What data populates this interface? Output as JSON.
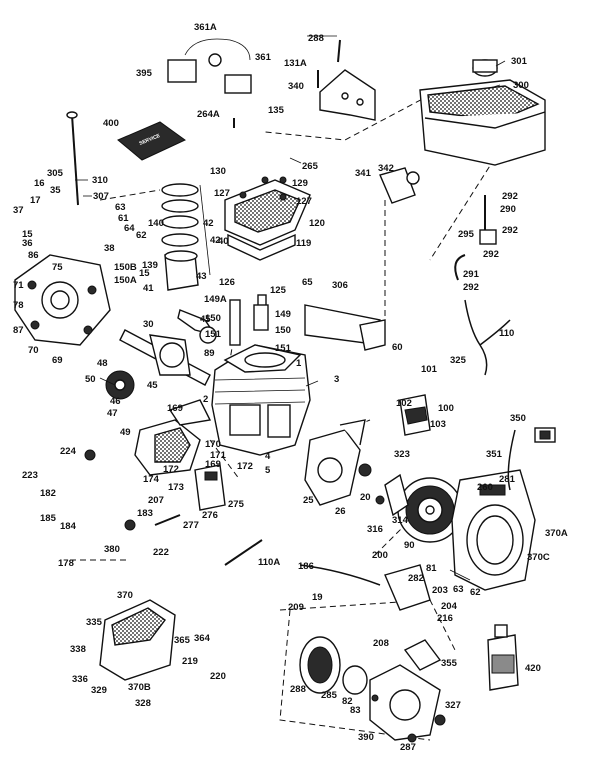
{
  "labels": {
    "l288": "288",
    "l361A": "361A",
    "l131A": "131A",
    "l395": "395",
    "l361": "361",
    "l301": "301",
    "l300": "300",
    "l340": "340",
    "l135": "135",
    "l264A": "264A",
    "l400": "400",
    "l265": "265",
    "l130": "130",
    "l129": "129",
    "l127a": "127",
    "l127b": "127",
    "l310": "310",
    "l305": "305",
    "l307": "307",
    "l342": "342",
    "l341": "341",
    "l292a": "292",
    "l290": "290",
    "l292b": "292",
    "l292c": "292",
    "l295": "295",
    "l291": "291",
    "l292d": "292",
    "l16": "16",
    "l35": "35",
    "l17": "17",
    "l37": "37",
    "l15a": "15",
    "l36": "36",
    "l63": "63",
    "l61": "61",
    "l64": "64",
    "l62": "62",
    "l140": "140",
    "l42a": "42",
    "l42b": "42",
    "l40": "40",
    "l120": "120",
    "l119": "119",
    "l139": "139",
    "l38": "38",
    "l86": "86",
    "l75": "75",
    "l150B": "150B",
    "l15b": "15",
    "l150A": "150A",
    "l43": "43",
    "l71": "71",
    "l41": "41",
    "l126": "126",
    "l125": "125",
    "l65": "65",
    "l306": "306",
    "l78": "78",
    "l87": "87",
    "l149A": "149A",
    "l149": "149",
    "l150a": "150",
    "l150b": "150",
    "l151a": "151",
    "l151b": "151",
    "l30": "30",
    "l45a": "45",
    "l70": "70",
    "l69": "69",
    "l110": "110",
    "l60": "60",
    "l48": "48",
    "l89": "89",
    "l325": "325",
    "l1": "1",
    "l101": "101",
    "l50": "50",
    "l3": "3",
    "l46": "46",
    "l45b": "45",
    "l47": "47",
    "l169": "169",
    "l2": "2",
    "l102": "102",
    "l100": "100",
    "l103": "103",
    "l350": "350",
    "l49": "49",
    "l170": "170",
    "l171": "171",
    "l224": "224",
    "l169b": "169",
    "l172a": "172",
    "l172b": "172",
    "l173": "173",
    "l174": "174",
    "l4": "4",
    "l5": "5",
    "l323": "323",
    "l351": "351",
    "l223": "223",
    "l182": "182",
    "l207": "207",
    "l275": "275",
    "l25": "25",
    "l26": "26",
    "l20": "20",
    "l260": "260",
    "l281": "281",
    "l185": "185",
    "l184": "184",
    "l183": "183",
    "l276": "276",
    "l277": "277",
    "l316": "316",
    "l314": "314",
    "l90": "90",
    "l370A": "370A",
    "l380": "380",
    "l222": "222",
    "l178": "178",
    "l370C": "370C",
    "l110A": "110A",
    "l186": "186",
    "l200": "200",
    "l282": "282",
    "l81": "81",
    "l19": "19",
    "l203": "203",
    "l63b": "63",
    "l62b": "62",
    "l209": "209",
    "l204": "204",
    "l370": "370",
    "l216": "216",
    "l335": "335",
    "l365": "365",
    "l364": "364",
    "l208": "208",
    "l338": "338",
    "l355": "355",
    "l219": "219",
    "l336": "336",
    "l220": "220",
    "l420": "420",
    "l329": "329",
    "l370B": "370B",
    "l288b": "288",
    "l285": "285",
    "l82": "82",
    "l83": "83",
    "l328": "328",
    "l327": "327",
    "l390": "390",
    "l287": "287"
  },
  "manual_cover_text": "SERVICE"
}
